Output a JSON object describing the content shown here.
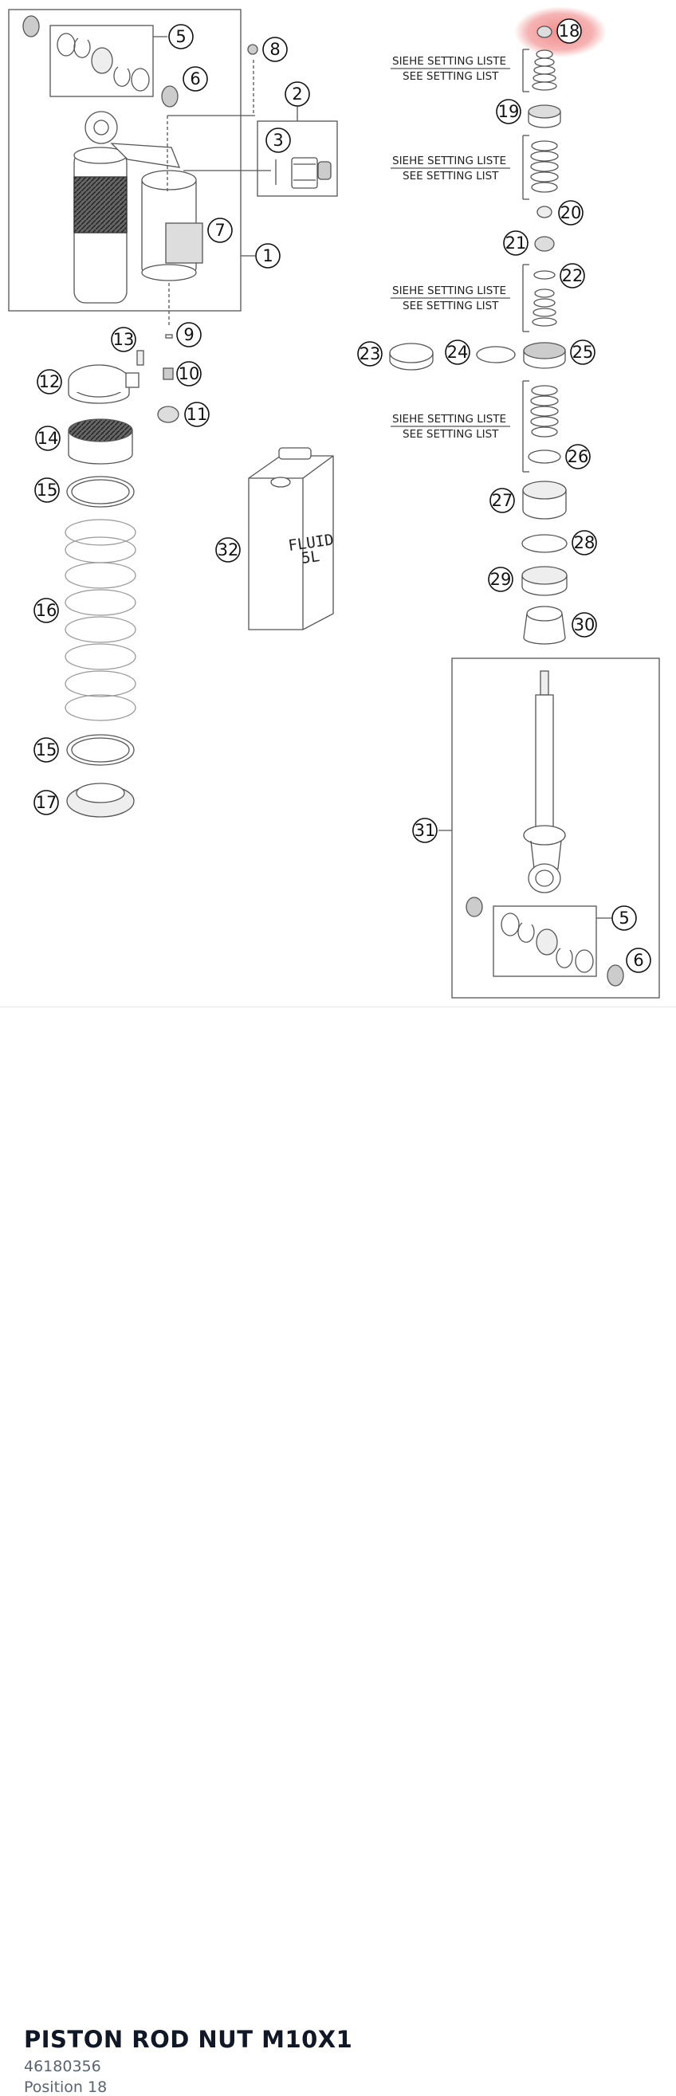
{
  "diagram": {
    "callouts": [
      "1",
      "2",
      "3",
      "5",
      "6",
      "7",
      "8",
      "9",
      "10",
      "11",
      "12",
      "13",
      "14",
      "15",
      "16",
      "17",
      "18",
      "19",
      "20",
      "21",
      "22",
      "23",
      "24",
      "25",
      "26",
      "27",
      "28",
      "29",
      "30",
      "31",
      "32"
    ],
    "highlighted_position": "18",
    "highlight_color": "#f08080",
    "setting_note_de": "SIEHE SETTING LISTE",
    "setting_note_en": "SEE SETTING LIST",
    "fluid_label_1": "FLUID",
    "fluid_label_2": "5L"
  },
  "part": {
    "name": "PISTON ROD NUT M10X1",
    "number": "46180356",
    "position": "Position 18"
  }
}
